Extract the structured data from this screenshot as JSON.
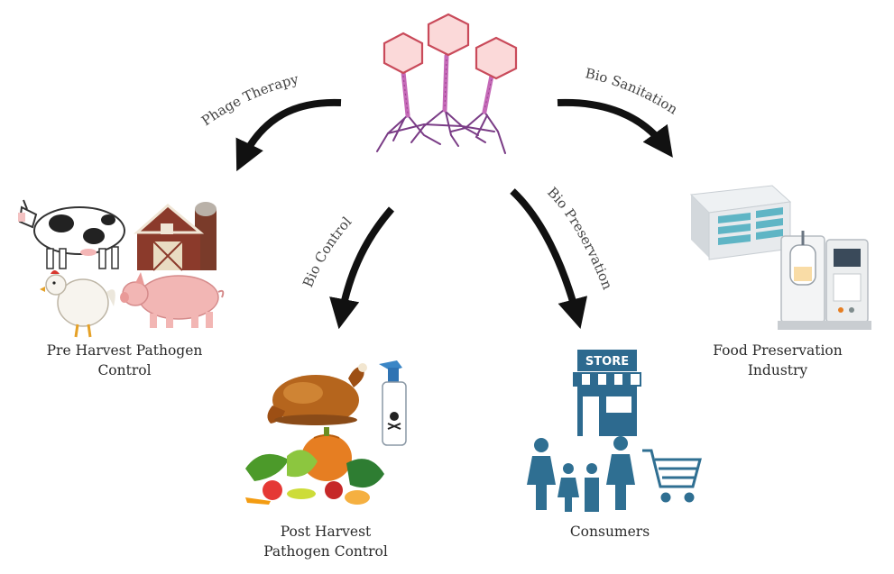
{
  "center": {
    "icon": "bacteriophage-icon"
  },
  "arrows": {
    "phage_therapy": "Phage Therapy",
    "bio_sanitation": "Bio Sanitation",
    "bio_control": "Bio Control",
    "bio_preservation": "Bio Preservation"
  },
  "nodes": {
    "pre_harvest": {
      "line1": "Pre Harvest Pathogen",
      "line2": "Control",
      "icons": [
        "cow-icon",
        "barn-icon",
        "chicken-icon",
        "pig-icon"
      ]
    },
    "post_harvest": {
      "line1": "Post Harvest",
      "line2": "Pathogen Control",
      "icons": [
        "roast-chicken-icon",
        "spray-bottle-icon",
        "vegetables-icon"
      ]
    },
    "consumers": {
      "line1": "Consumers",
      "store_sign": "STORE",
      "icons": [
        "store-icon",
        "family-icon",
        "shopping-cart-icon"
      ]
    },
    "food_preservation": {
      "line1": "Food Preservation",
      "line2": "Industry",
      "icons": [
        "cold-storage-unit-icon",
        "bioreactor-icon"
      ]
    }
  },
  "colors": {
    "arrow": "#111111",
    "phage_head_fill": "#fbd9d9",
    "phage_head_stroke": "#c94a5a",
    "phage_tail": "#c56ab8",
    "phage_fibers": "#7a3c86",
    "store_blue": "#2d6a8f",
    "family_blue": "#2f6f92"
  }
}
